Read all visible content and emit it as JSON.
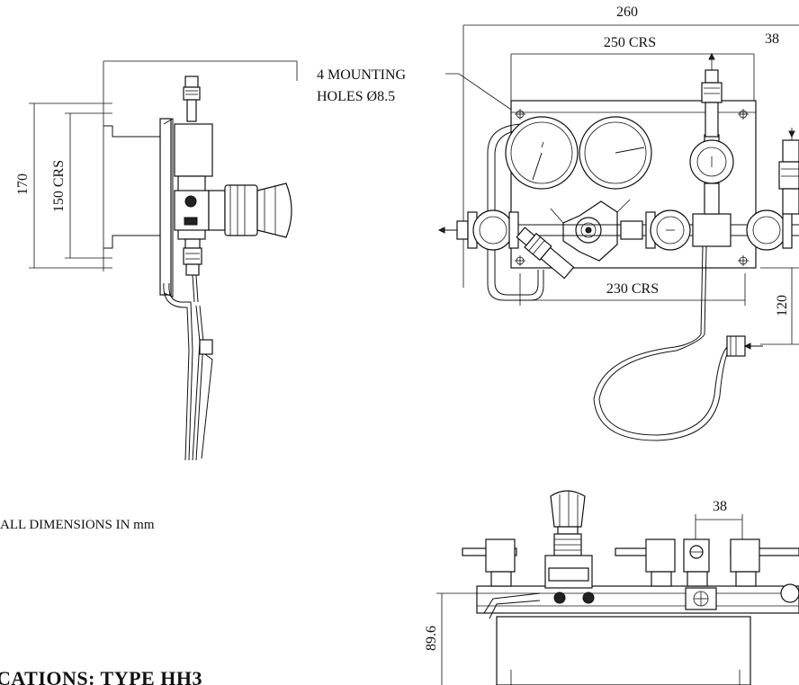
{
  "dimensions": {
    "front_overall_width": "260",
    "front_mount_centres": "250 CRS",
    "front_offset": "38",
    "front_bottom_centres": "230 CRS",
    "front_height": "120",
    "side_overall_height": "170",
    "side_mount_centres": "150 CRS",
    "plan_spacing": "38",
    "plan_height": "89.6"
  },
  "notes": {
    "mounting_holes_line1": "4 MOUNTING",
    "mounting_holes_line2": "HOLES Ø8.5",
    "units": "ALL DIMENSIONS IN mm",
    "title": "CATIONS: TYPE HH3"
  }
}
